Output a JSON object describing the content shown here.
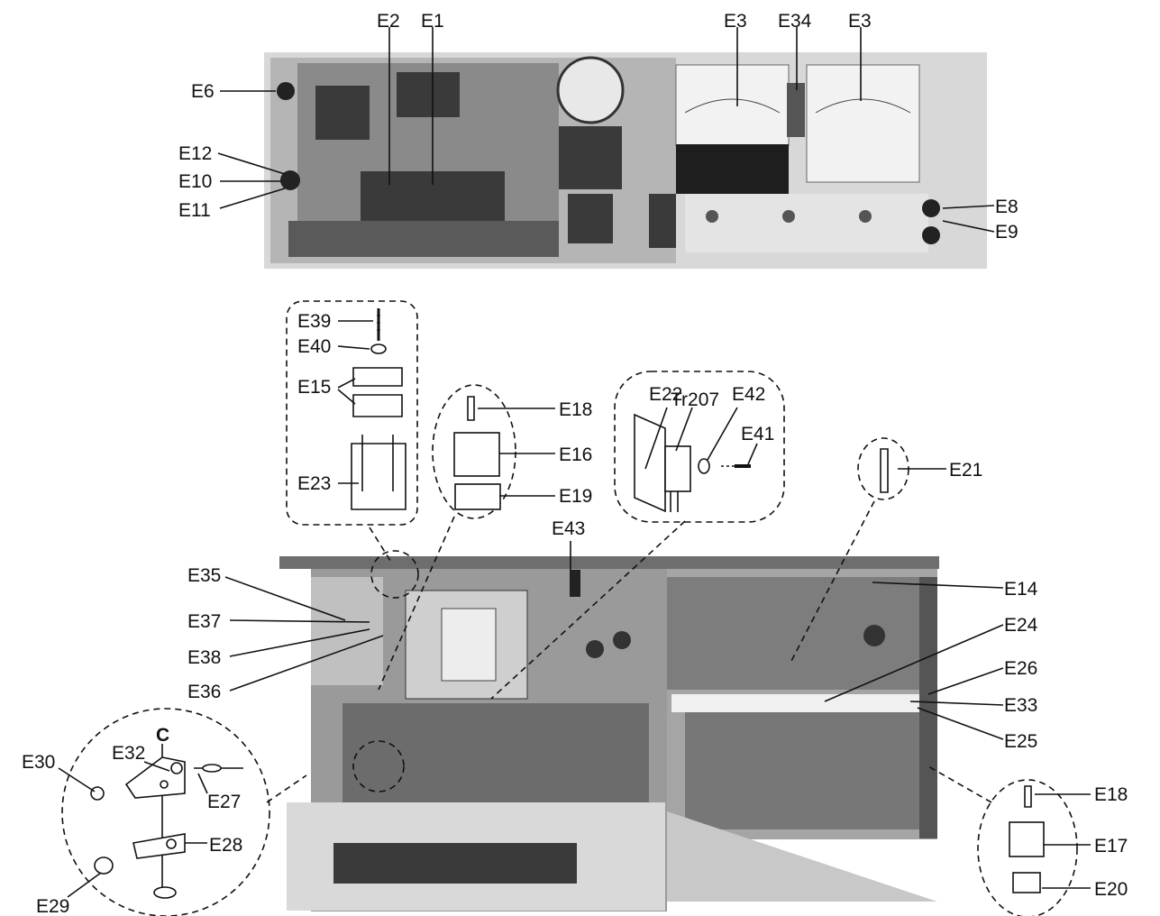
{
  "labels": {
    "E1": "E1",
    "E2": "E2",
    "E3a": "E3",
    "E34": "E34",
    "E3b": "E3",
    "E6": "E6",
    "E12": "E12",
    "E10": "E10",
    "E11": "E11",
    "E8": "E8",
    "E9": "E9",
    "E39": "E39",
    "E40": "E40",
    "E15": "E15",
    "E23": "E23",
    "E18a": "E18",
    "E16": "E16",
    "E19": "E19",
    "E22": "E22",
    "Tr207": "Tr207",
    "E42": "E42",
    "E41": "E41",
    "E21": "E21",
    "E43": "E43",
    "E35": "E35",
    "E37": "E37",
    "E38": "E38",
    "E36": "E36",
    "E14": "E14",
    "E24": "E24",
    "E26": "E26",
    "E33": "E33",
    "E25": "E25",
    "C": "C",
    "E30": "E30",
    "E32": "E32",
    "E27": "E27",
    "E28": "E28",
    "E29": "E29",
    "E18b": "E18",
    "E17": "E17",
    "E20": "E20"
  }
}
